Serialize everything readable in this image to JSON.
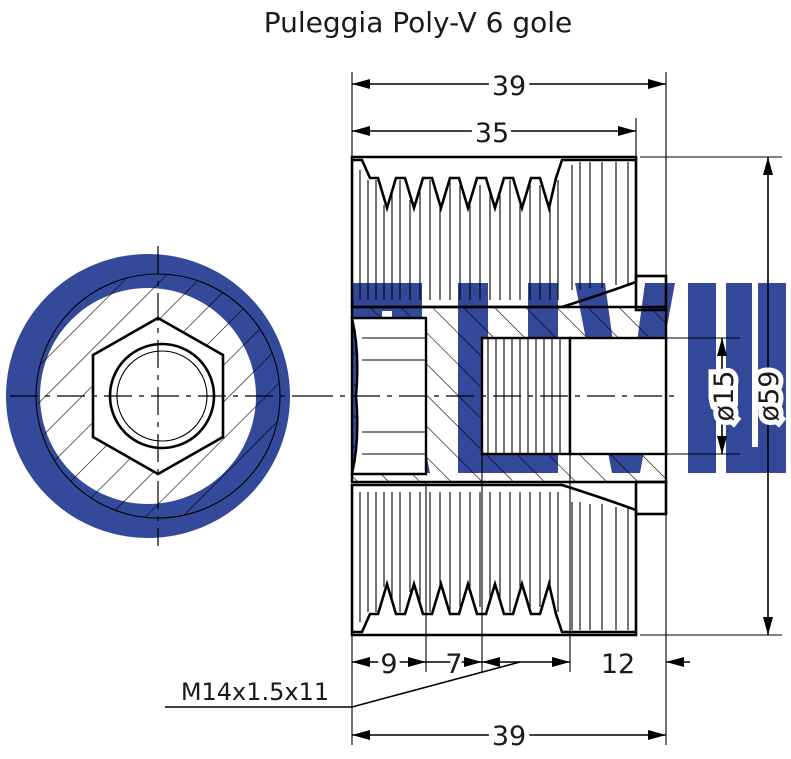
{
  "title": "Puleggia Poly-V 6 gole",
  "watermark": {
    "text": "RUVILLE",
    "color": "#2a3f95"
  },
  "dimensions": {
    "overall_width_top": "39",
    "grooved_width": "35",
    "outer_diameter": "ø59",
    "bore_diameter": "ø15",
    "segment_a": "9",
    "segment_b": "7",
    "segment_c": "12",
    "overall_width_bottom": "39"
  },
  "thread_spec": "M14x1.5x11"
}
